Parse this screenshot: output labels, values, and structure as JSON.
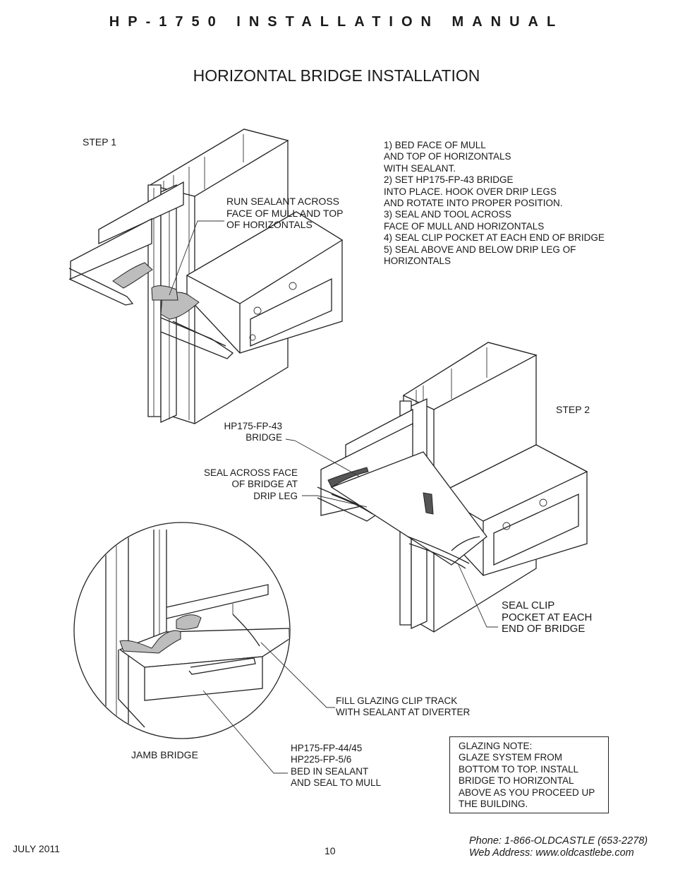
{
  "header": {
    "title": "HP-1750 INSTALLATION MANUAL"
  },
  "page_title": "HORIZONTAL BRIDGE INSTALLATION",
  "step1": {
    "label": "STEP 1",
    "callout": "RUN SEALANT ACROSS\nFACE OF MULL AND TOP\nOF HORIZONTALS"
  },
  "instructions": "1) BED FACE OF MULL\nAND TOP OF HORIZONTALS\nWITH SEALANT.\n2) SET HP175-FP-43 BRIDGE\nINTO PLACE. HOOK OVER DRIP LEGS\nAND ROTATE INTO PROPER POSITION.\n3) SEAL AND TOOL ACROSS\nFACE OF MULL AND HORIZONTALS\n4) SEAL CLIP POCKET AT EACH END OF BRIDGE\n5) SEAL ABOVE AND BELOW DRIP LEG OF\nHORIZONTALS",
  "step2": {
    "label": "STEP 2",
    "bridge_callout": "HP175-FP-43\nBRIDGE",
    "seal_face_callout": "SEAL ACROSS FACE\nOF BRIDGE AT\nDRIP LEG",
    "clip_callout": "SEAL CLIP\nPOCKET AT EACH\nEND OF BRIDGE"
  },
  "detail": {
    "fill_callout": "FILL GLAZING CLIP TRACK\nWITH SEALANT AT DIVERTER",
    "jamb_label": "JAMB BRIDGE",
    "part_callout": "HP175-FP-44/45\nHP225-FP-5/6\nBED IN SEALANT\nAND SEAL TO MULL"
  },
  "glazing_note": "GLAZING NOTE:\nGLAZE SYSTEM FROM\nBOTTOM TO TOP. INSTALL\nBRIDGE TO  HORIZONTAL\nABOVE AS  YOU PROCEED UP\nTHE  BUILDING.",
  "footer": {
    "date": "JULY 2011",
    "page_number": "10",
    "phone": "Phone: 1-866-OLDCASTLE (653-2278)",
    "web": "Web Address: www.oldcastlebe.com"
  }
}
